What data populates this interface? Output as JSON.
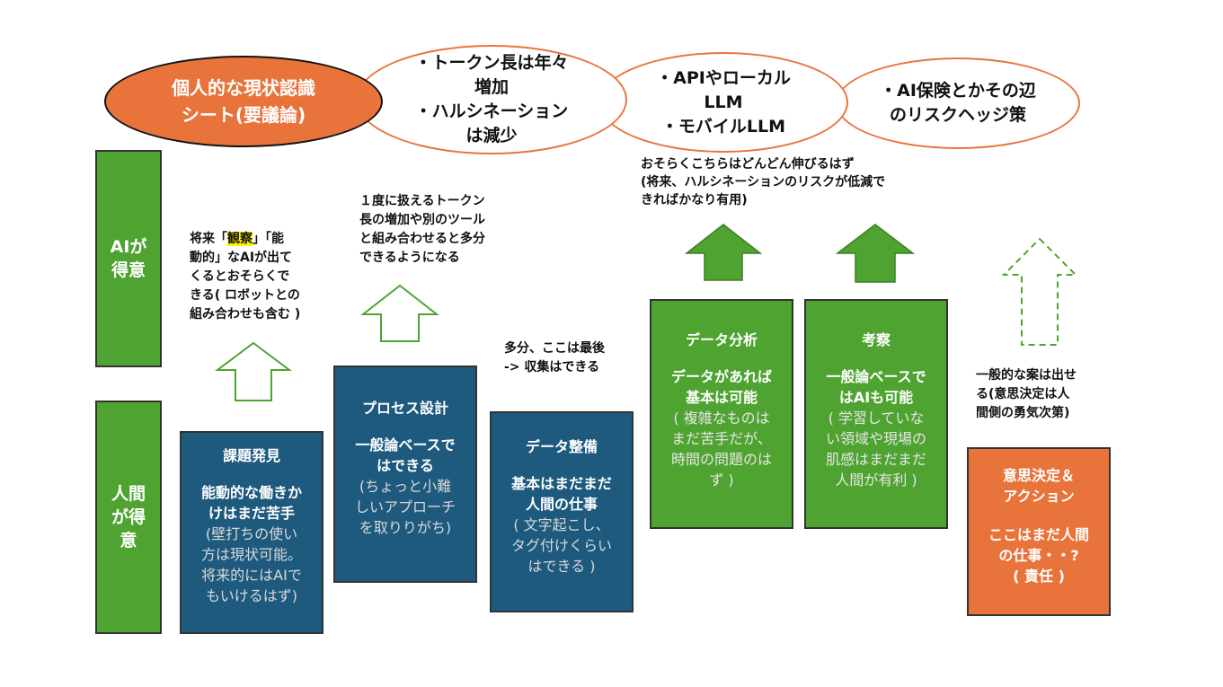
{
  "ellipses": {
    "main": "個人的な現状認識\nシート(要議論)",
    "e1": "・トークン長は年々\n増加\n・ハルシネーション\nは減少",
    "e2": "・APIやローカル\nLLM\n・モバイルLLM",
    "e3": "・AI保険とかその辺\nのリスクヘッジ策"
  },
  "side": {
    "ai": "AIが\n得意",
    "human": "人間\nが得\n意"
  },
  "boxes": {
    "kadai": {
      "title": "課題発見",
      "bold": "能動的な働きか\nけはまだ苦手",
      "sub": "(壁打ちの使い\n方は現状可能。\n将来的にはAIで\nもいけるはず)"
    },
    "process": {
      "title": "プロセス設計",
      "bold": "一般論ベースで\nはできる",
      "sub": "(ちょっと小難\nしいアプローチ\nを取りりがち)"
    },
    "data_seibi": {
      "title": "データ整備",
      "bold": "基本はまだまだ\n人間の仕事",
      "sub": "( 文字起こし、\nタグ付けくらい\nはできる )"
    },
    "data_bunseki": {
      "title": "データ分析",
      "bold": "データがあれば\n基本は可能",
      "sub": "( 複雑なものは\nまだ苦手だが、\n時間の問題のは\nず )"
    },
    "kousatsu": {
      "title": "考察",
      "bold": "一般論ベースで\nはAIも可能",
      "sub": "( 学習していな\nい領域や現場の\n肌感はまだまだ\n人間が有利 )"
    },
    "ishikettei": {
      "title": "意思決定＆\nアクション",
      "bold": "ここはまだ人間\nの仕事・・?\n( 責任 )"
    }
  },
  "notes": {
    "n1_pre": "将来「",
    "n1_hl": "観察",
    "n1_post": "」「能\n動的」なAIが出て\nくるとおそらくで\nきる( ロボットとの\n組み合わせも含む )",
    "n2": "１度に扱えるトークン\n長の増加や別のツール\nと組み合わせると多分\nできるようになる",
    "n3": "多分、ここは最後\n-> 収集はできる",
    "n4": "おそらくこちらはどんどん伸びるはず\n(将来、ハルシネーションのリスクが低減で\nきればかなり有用)",
    "n5": "一般的な案は出せ\nる(意思決定は人\n間側の勇気次第)"
  },
  "colors": {
    "green": "#4fa331",
    "blue": "#1e5a7e",
    "orange": "#e8743b",
    "highlight": "#fff200"
  },
  "icons": [
    "up-arrow-outline-icon",
    "up-arrow-filled-icon",
    "up-arrow-dashed-icon"
  ]
}
